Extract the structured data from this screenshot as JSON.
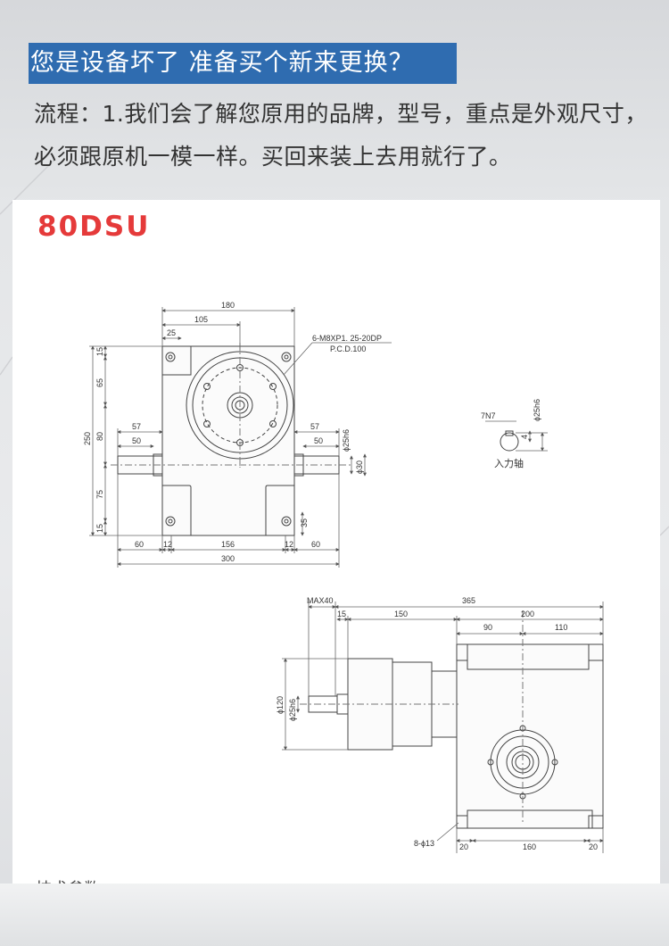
{
  "banner": {
    "text": "您是设备坏了 准备买个新来更换？"
  },
  "intro": {
    "text": "流程：1.我们会了解您原用的品牌，型号，重点是外观尺寸，必须跟原机一模一样。买回来装上去用就行了。"
  },
  "card": {
    "model": "80DSU",
    "section_title": "技术参数"
  },
  "front_view": {
    "dims": {
      "top_180": "180",
      "top_105": "105",
      "top_25": "25",
      "left_15a": "15",
      "left_65": "65",
      "left_250": "250",
      "left_80": "80",
      "left_75": "75",
      "left_15b": "15",
      "left_57": "57",
      "left_50": "50",
      "right_57": "57",
      "right_50": "50",
      "shaft_25h6": "ϕ25h6",
      "shaft_30": "ϕ30",
      "right_35": "35",
      "bot_60a": "60",
      "bot_12a": "12",
      "bot_156": "156",
      "bot_12b": "12",
      "bot_60b": "60",
      "bot_300": "300"
    },
    "note_line1": "6-M8XP1. 25-20DP",
    "note_line2": "P.C.D.100"
  },
  "keyway": {
    "label_7n7": "7N7",
    "label_4": "4",
    "label_25h6": "ϕ25h6",
    "caption": "入力轴"
  },
  "side_view": {
    "dims": {
      "max40": "MAX40",
      "d365": "365",
      "d15": "15",
      "d150": "150",
      "d200": "200",
      "d90": "90",
      "d110": "110",
      "d120": "ϕ120",
      "d25h6": "ϕ25h6",
      "holes": "8-ϕ13",
      "b20a": "20",
      "b160": "160",
      "b20b": "20"
    }
  }
}
